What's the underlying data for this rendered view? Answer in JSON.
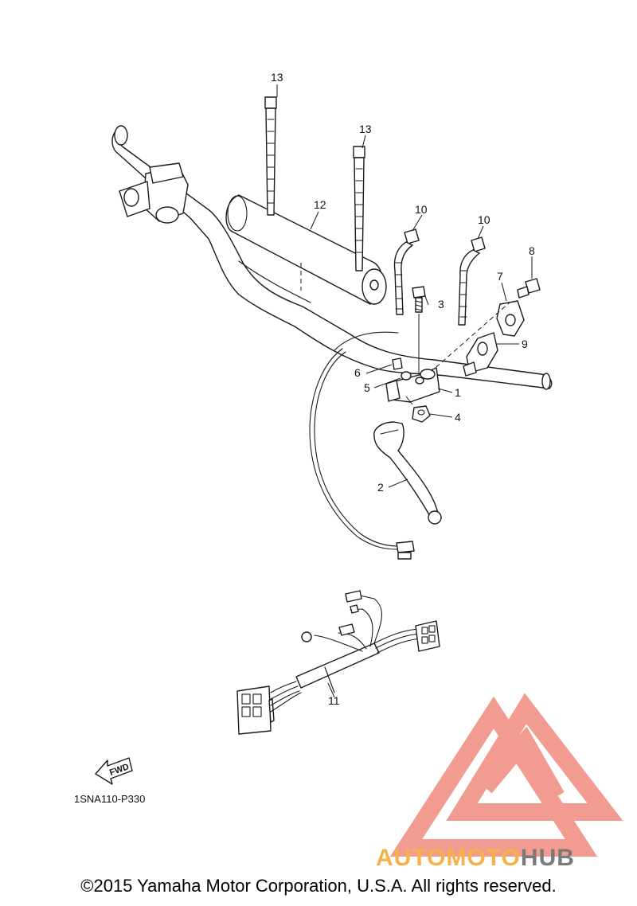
{
  "callouts": {
    "p1": "1",
    "p2": "2",
    "p3": "3",
    "p4": "4",
    "p5": "5",
    "p6": "6",
    "p7": "7",
    "p8": "8",
    "p9": "9",
    "p10a": "10",
    "p10b": "10",
    "p11": "11",
    "p12": "12",
    "p13a": "13",
    "p13b": "13"
  },
  "fwd_label": "FWD",
  "diagram_code": "1SNA110-P330",
  "watermark": {
    "brand_auto": "AUTOMOTO",
    "brand_hub": "HUB",
    "colors": {
      "logo": "#f08a7e",
      "auto": "#f6b24a",
      "hub": "#7a7a7a"
    }
  },
  "copyright": "©2015 Yamaha Motor Corporation, U.S.A. All rights reserved."
}
